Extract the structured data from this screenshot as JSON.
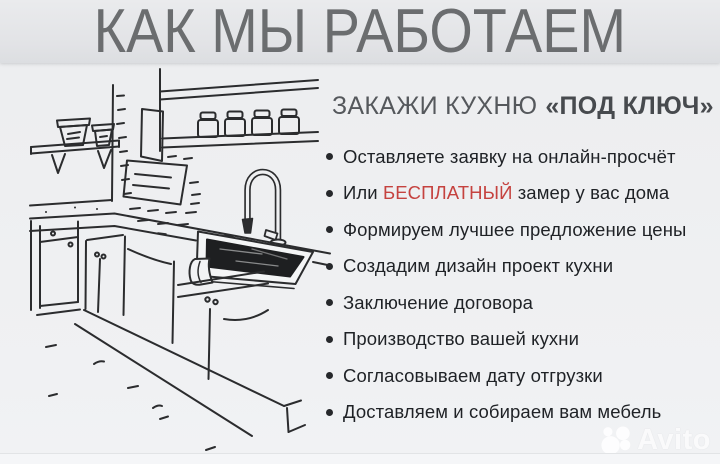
{
  "header": {
    "title": "КАК МЫ РАБОТАЕМ"
  },
  "right_column": {
    "subtitle_regular": "ЗАКАЖИ КУХНЮ",
    "subtitle_bold": "«ПОД КЛЮЧ»",
    "steps": [
      {
        "before": "Оставляете заявку на онлайн-просчёт",
        "highlight": "",
        "after": ""
      },
      {
        "before": "Или ",
        "highlight": "БЕСПЛАТНЫЙ",
        "after": " замер у вас дома"
      },
      {
        "before": "Формируем лучшее предложение цены",
        "highlight": "",
        "after": ""
      },
      {
        "before": "Создадим дизайн проект кухни",
        "highlight": "",
        "after": ""
      },
      {
        "before": "Заключение договора",
        "highlight": "",
        "after": ""
      },
      {
        "before": "Производство вашей кухни",
        "highlight": "",
        "after": ""
      },
      {
        "before": "Согласовываем дату отгрузки",
        "highlight": "",
        "after": ""
      },
      {
        "before": "Доставляем и собираем вам мебель",
        "highlight": "",
        "after": ""
      }
    ]
  },
  "watermark": {
    "label": "Avito"
  },
  "illustration": {
    "description": "hand-drawn line sketch of a kitchen corner with shelves, jars, faucet, sink and cabinets"
  },
  "colors": {
    "highlight_red": "#c5423f",
    "title_gray": "#6b6d6f",
    "text_dark": "#1f2226",
    "header_bg": "#e2e3e6",
    "page_bg": "#eff0f2"
  }
}
